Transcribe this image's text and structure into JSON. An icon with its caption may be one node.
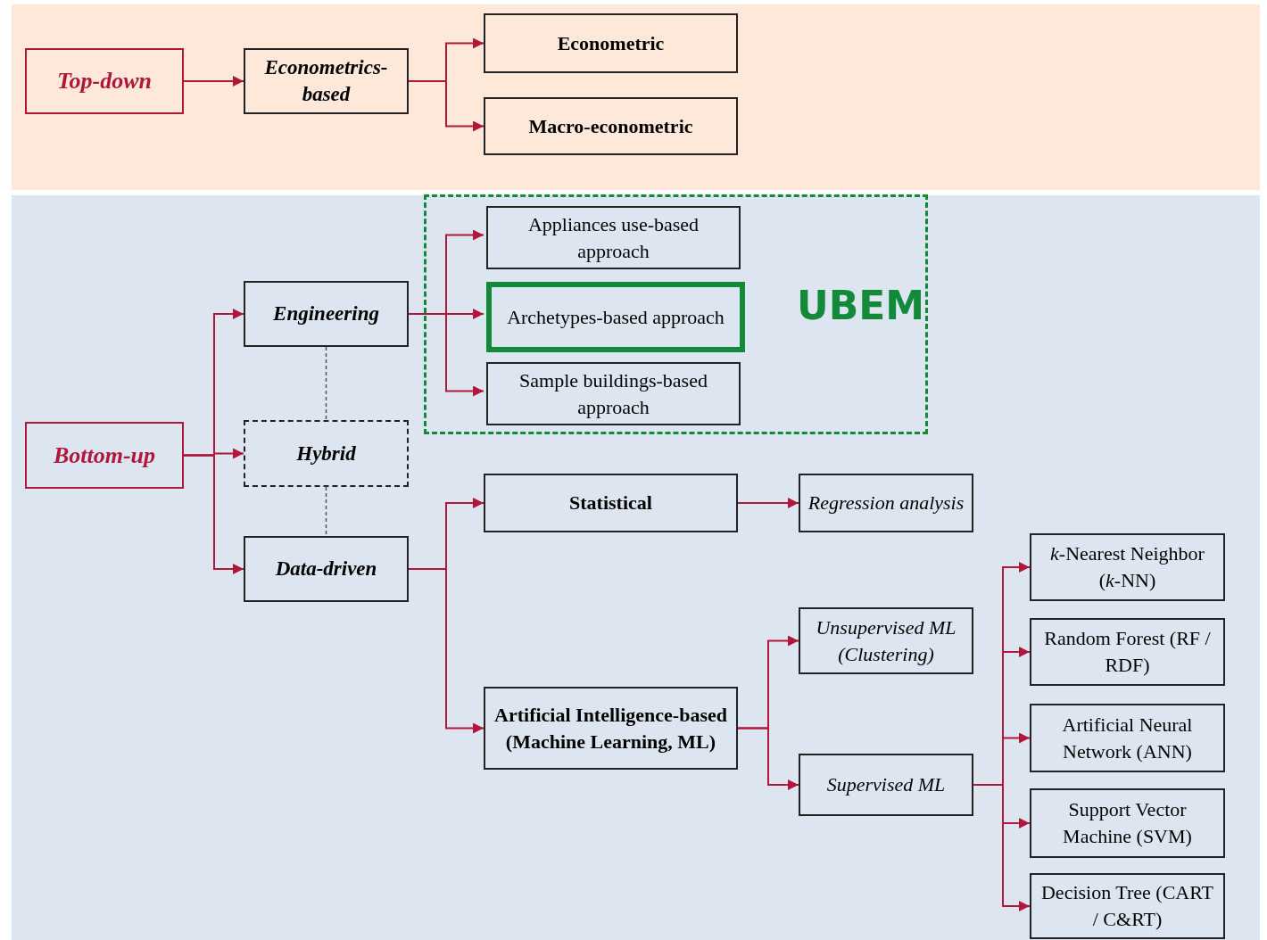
{
  "diagram": {
    "nodes": [
      {
        "text": [
          "Top-down"
        ]
      },
      {
        "text": [
          "Econometrics-based"
        ]
      },
      {
        "text": [
          "Econometric"
        ]
      },
      {
        "text": [
          "Macro-econometric"
        ]
      },
      {
        "text": [
          "Bottom-up"
        ]
      },
      {
        "text": [
          "Engineering"
        ]
      },
      {
        "text": [
          "Hybrid"
        ]
      },
      {
        "text": [
          "Data-driven"
        ]
      },
      {
        "text": [
          "UBEM"
        ]
      },
      {
        "text": [
          "Appliances use-based approach"
        ],
        "in": 8
      },
      {
        "text": [
          "Archetypes-based approach"
        ],
        "in": 8
      },
      {
        "text": [
          "Sample buildings-based approach"
        ],
        "in": 8
      },
      {
        "text": [
          "Statistical"
        ]
      },
      {
        "text": [
          "Regression analysis"
        ]
      },
      {
        "text": [
          "Artificial Intelligence-based (Machine Learning, ML)"
        ]
      },
      {
        "text": [
          "Unsupervised ML (Clustering)"
        ]
      },
      {
        "text": [
          "Supervised ML"
        ]
      },
      {
        "text": [
          "*k*-Nearest Neighbor (*k*-NN)"
        ]
      },
      {
        "text": [
          "Random Forest (RF / RDF)"
        ]
      },
      {
        "text": [
          "Artificial Neural Network (ANN)"
        ]
      },
      {
        "text": [
          "Support Vector Machine (SVM)"
        ]
      },
      {
        "text": [
          "Decision Tree (CART / C&RT)"
        ]
      }
    ],
    "edges": [
      {
        "from": 0,
        "to": 1,
        "arrow": "to"
      },
      {
        "from": 1,
        "to": 2,
        "arrow": "to"
      },
      {
        "from": 1,
        "to": 3,
        "arrow": "to"
      },
      {
        "from": 4,
        "to": 5,
        "arrow": "to"
      },
      {
        "from": 4,
        "to": 6,
        "arrow": "to"
      },
      {
        "from": 4,
        "to": 7,
        "arrow": "to"
      },
      {
        "from": 5,
        "to": 9,
        "arrow": "to"
      },
      {
        "from": 5,
        "to": 10,
        "arrow": "to"
      },
      {
        "from": 5,
        "to": 11,
        "arrow": "to"
      },
      {
        "from": 5,
        "to": 6,
        "arrow": "none",
        "style": "dashed",
        "color": "#555555"
      },
      {
        "from": 6,
        "to": 7,
        "arrow": "none",
        "style": "dashed",
        "color": "#555555"
      },
      {
        "from": 7,
        "to": 12,
        "arrow": "to"
      },
      {
        "from": 7,
        "to": 14,
        "arrow": "to"
      },
      {
        "from": 12,
        "to": 13,
        "arrow": "to"
      },
      {
        "from": 14,
        "to": 15,
        "arrow": "to"
      },
      {
        "from": 14,
        "to": 16,
        "arrow": "to"
      },
      {
        "from": 16,
        "to": 17,
        "arrow": "to"
      },
      {
        "from": 16,
        "to": 18,
        "arrow": "to"
      },
      {
        "from": 16,
        "to": 19,
        "arrow": "to"
      },
      {
        "from": 16,
        "to": 20,
        "arrow": "to"
      },
      {
        "from": 16,
        "to": 21,
        "arrow": "to"
      }
    ]
  }
}
